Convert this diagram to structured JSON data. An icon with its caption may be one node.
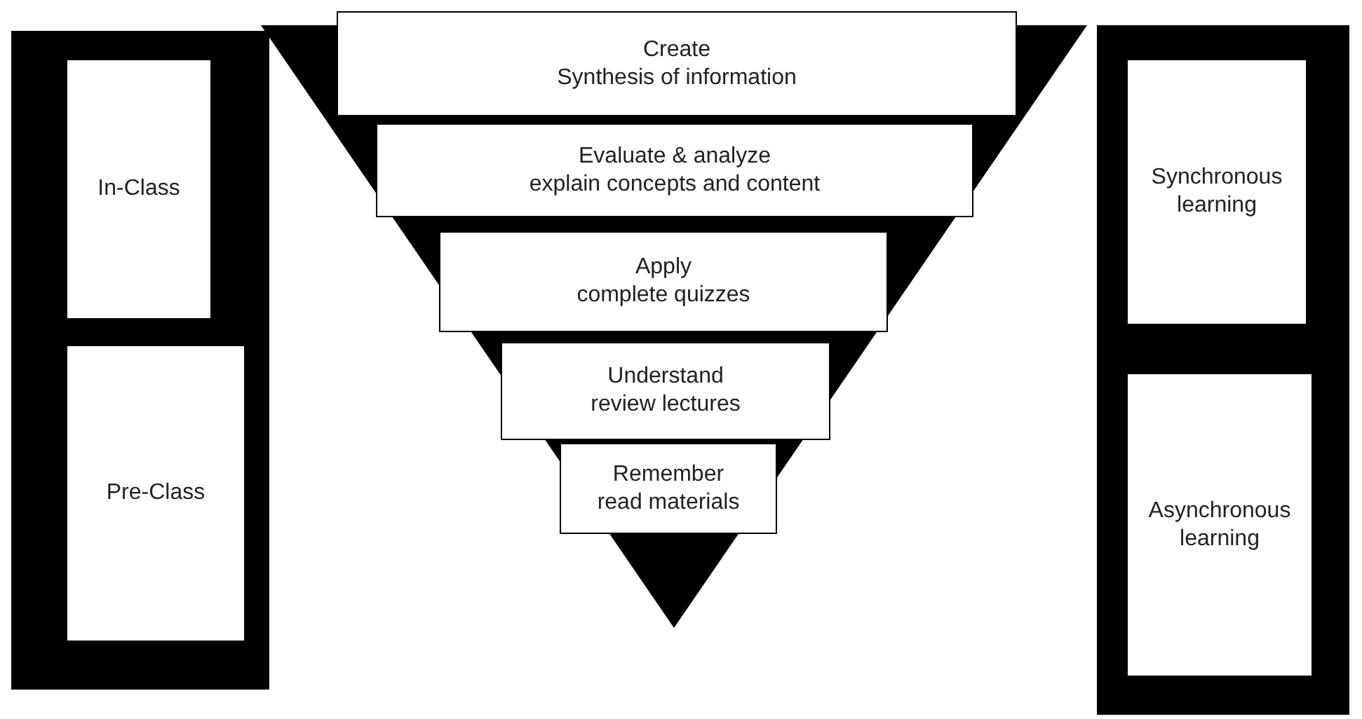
{
  "diagram": {
    "nodes": [
      {
        "text": [],
        "shape": "box"
      },
      {
        "text": [
          "In-Class"
        ],
        "in": 0
      },
      {
        "text": [
          "Pre-Class"
        ],
        "in": 0
      },
      {
        "text": [],
        "shape": "triangle"
      },
      {
        "text": [
          "Create",
          "Synthesis of information"
        ],
        "in": 3
      },
      {
        "text": [
          "Evaluate & analyze",
          "explain concepts and content"
        ],
        "in": 3
      },
      {
        "text": [
          "Apply",
          "complete quizzes"
        ],
        "in": 3
      },
      {
        "text": [
          "Understand",
          "review lectures"
        ],
        "in": 3
      },
      {
        "text": [
          "Remember",
          "read materials"
        ],
        "in": 3
      },
      {
        "text": [],
        "shape": "box"
      },
      {
        "text": [
          "Synchronous learning"
        ],
        "in": 9
      },
      {
        "text": [
          "Asynchronous learning"
        ],
        "in": 9
      }
    ],
    "edges": []
  }
}
